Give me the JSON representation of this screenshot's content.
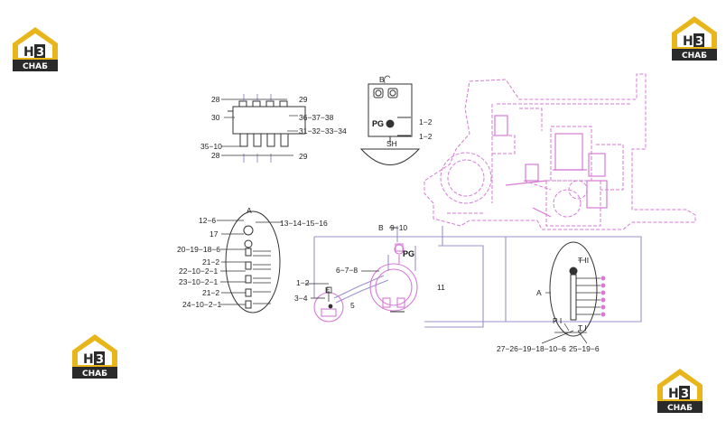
{
  "logo": {
    "mark_h": "H",
    "mark_num": "3",
    "caption": "СНАБ"
  },
  "colors": {
    "pink": "#d67ad6",
    "lavender": "#9a92cc",
    "ink": "#333333",
    "gold": "#e8b51a",
    "dark": "#2a2a2a"
  },
  "labels": {
    "b_top": "B",
    "l28a": "28",
    "l29a": "29",
    "l30": "30",
    "l36": "36−37−38",
    "l31": "31−32−33−34",
    "l35": "35−10",
    "l28b": "28",
    "l29b": "29",
    "pg1": "PG",
    "l12a": "1−2",
    "l12b": "1−2",
    "sh": "SH",
    "a_left": "A",
    "l126": "12−6",
    "l13": "13−14−15−16",
    "l17": "17",
    "l20": "20−19−18−6",
    "l212a": "21−2",
    "l22": "22−10−2−1",
    "l23": "23−10−2−1",
    "l212b": "21−2",
    "l24": "24−10−2−1",
    "b_mid": "B",
    "l910": "9−10",
    "pg2": "PG",
    "l678": "6−7−8",
    "l11": "11",
    "l12c": "1−2",
    "e": "E",
    "l34": "3−4",
    "l5": "5",
    "a_right": "A",
    "t2": "T II",
    "p1": "P I",
    "t1": "T I",
    "l27": "27−26−19−18−10−6",
    "l25": "25−19−6"
  }
}
